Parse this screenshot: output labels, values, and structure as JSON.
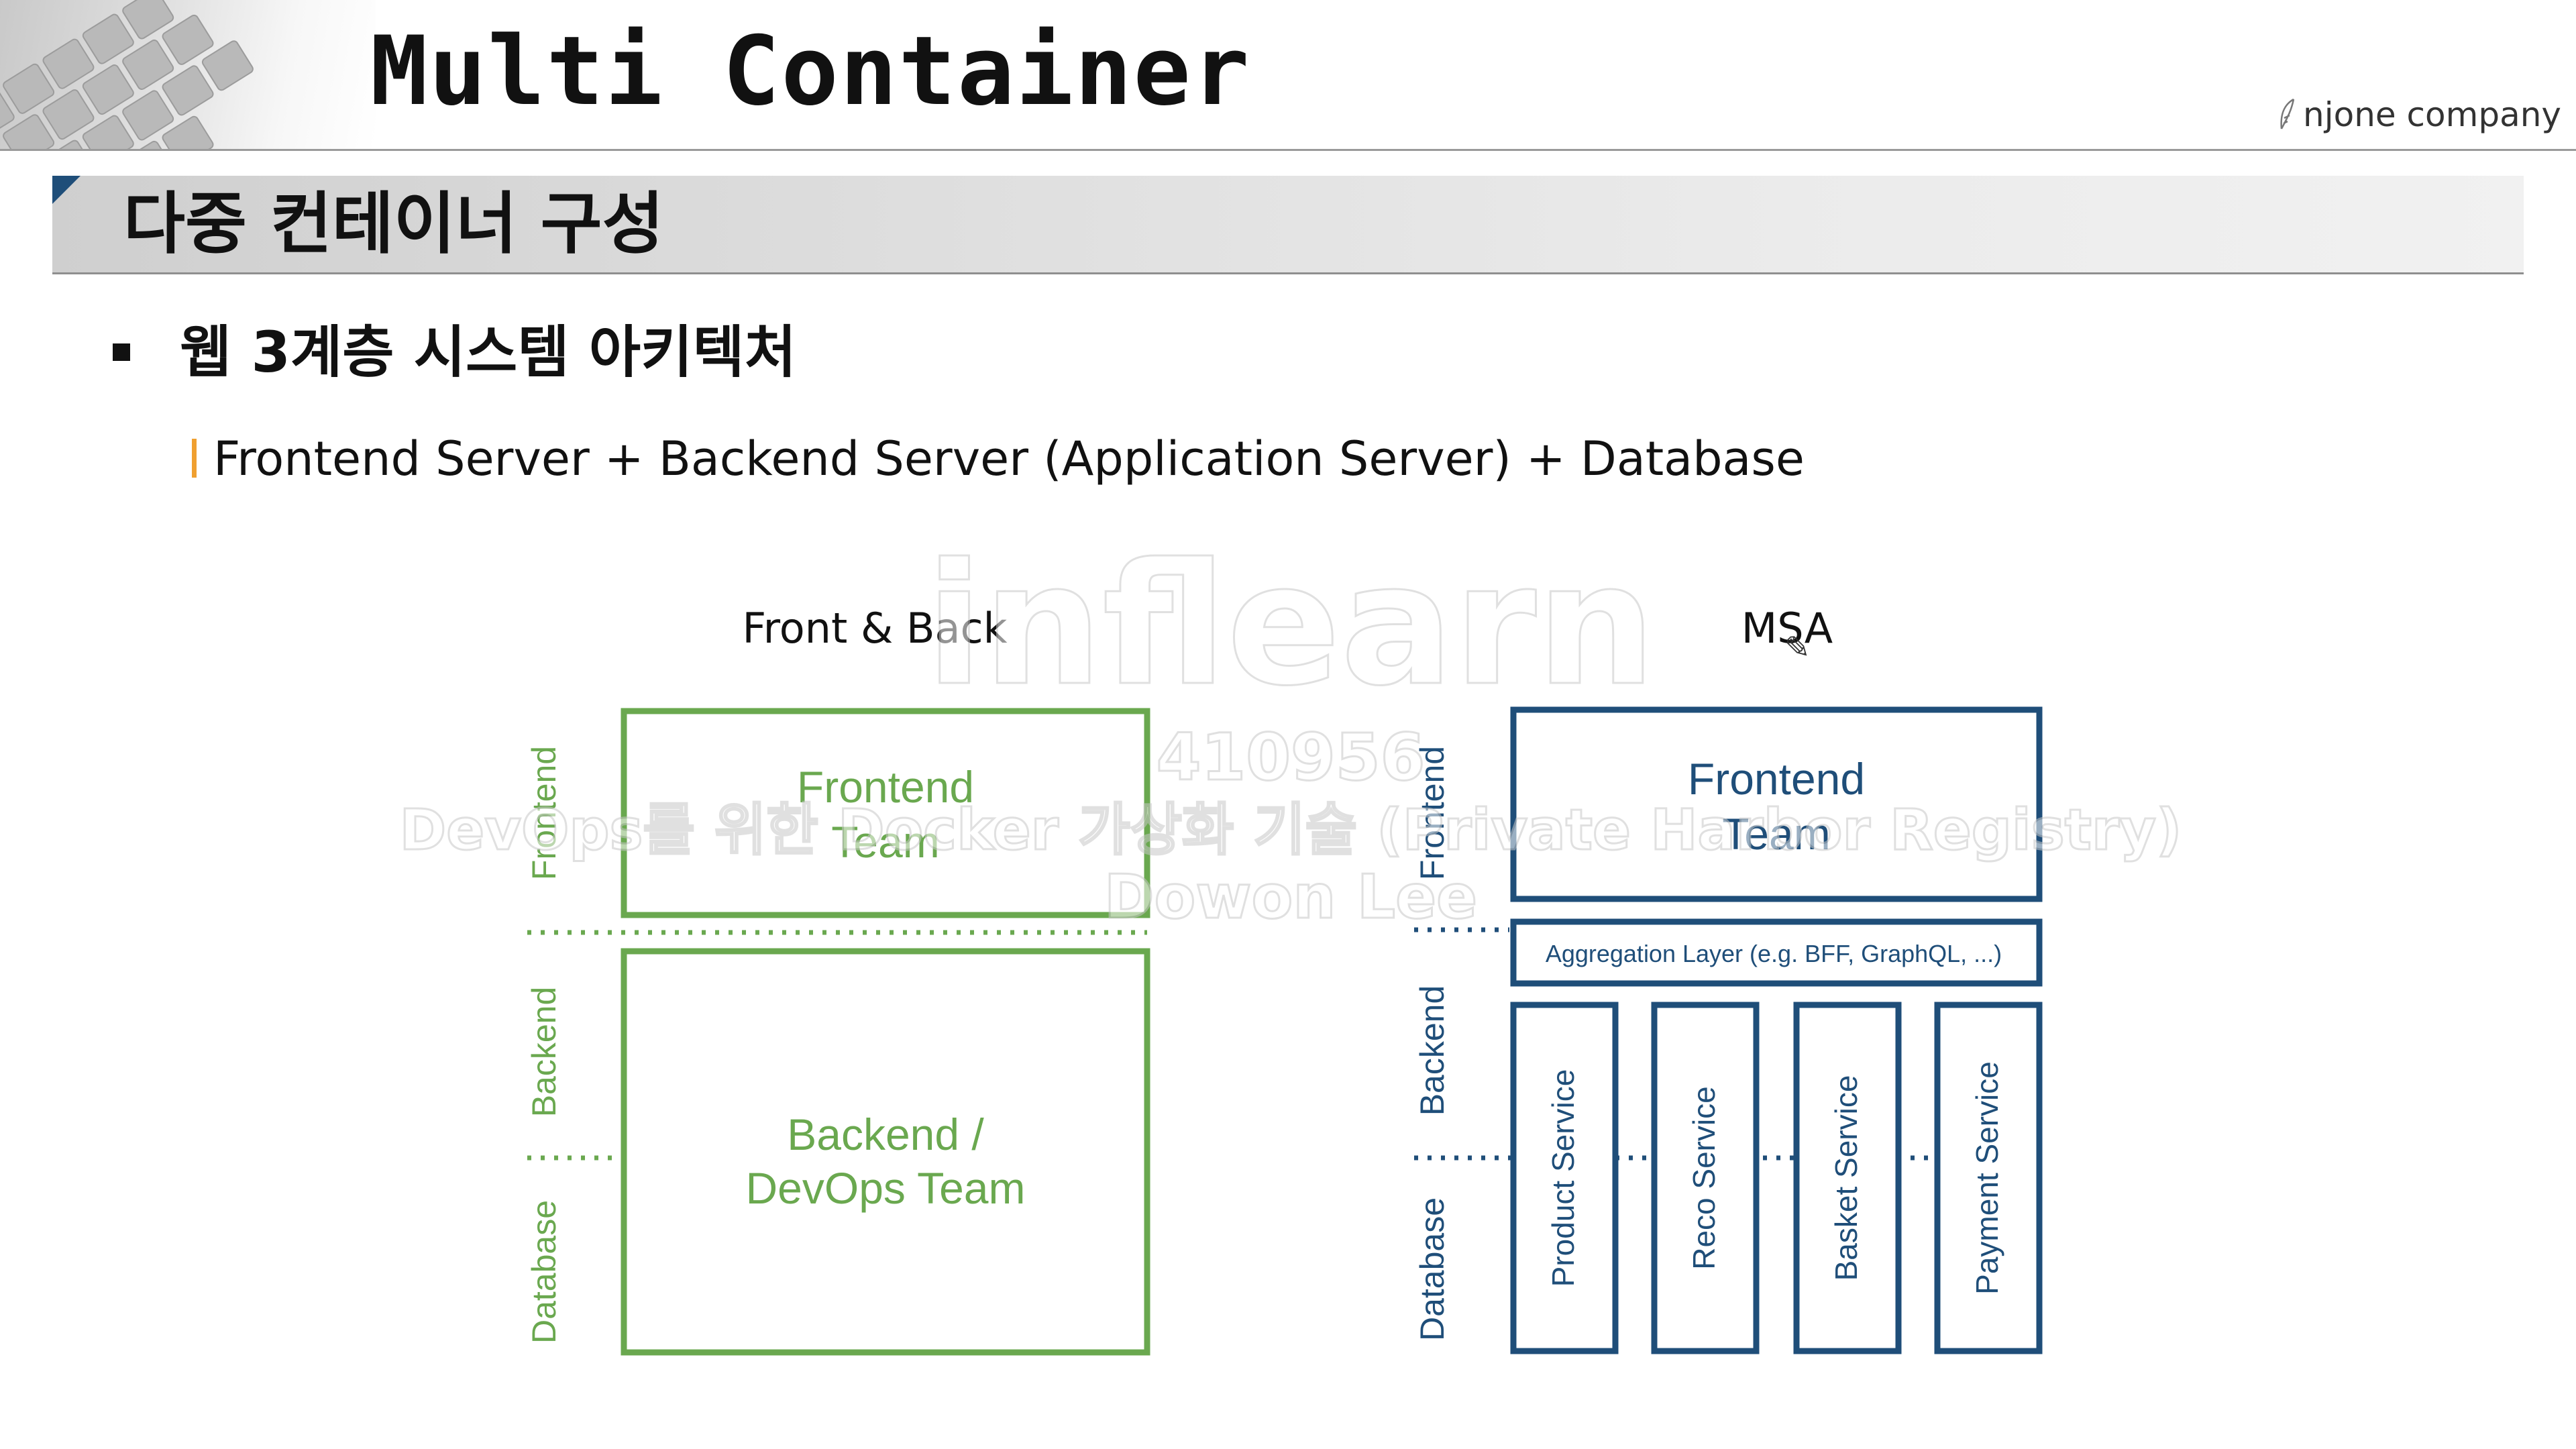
{
  "header": {
    "title": "Multi Container",
    "brand_name": "njone company",
    "brand_icon": "feather-icon"
  },
  "section": {
    "title": "다중 컨테이너 구성"
  },
  "bullet": {
    "heading": "웹 3계층 시스템 아키텍처",
    "detail": "Frontend Server + Backend Server (Application Server) + Database"
  },
  "diagram": {
    "left": {
      "title": "Front & Back",
      "layer_labels": [
        "Frontend",
        "Backend",
        "Database"
      ],
      "frontend_box": [
        "Frontend",
        "Team"
      ],
      "backend_box": [
        "Backend /",
        "DevOps Team"
      ],
      "color": "#6aa84f"
    },
    "right": {
      "title": "MSA",
      "layer_labels": [
        "Frontend",
        "Backend",
        "Database"
      ],
      "frontend_box": [
        "Frontend",
        "Team"
      ],
      "aggregation": "Aggregation Layer (e.g. BFF, GraphQL, ...)",
      "services": [
        "Product Service",
        "Reco Service",
        "Basket Service",
        "Payment Service"
      ],
      "color": "#1f4e79"
    }
  },
  "watermark": {
    "logo": "inflearn",
    "id": "410956",
    "course": "DevOps를 위한 Docker 가상화 기술 (Private Harbor Registry)",
    "author": "Dowon Lee"
  },
  "colors": {
    "accent_orange": "#f0a030",
    "section_corner": "#1f4e79"
  }
}
